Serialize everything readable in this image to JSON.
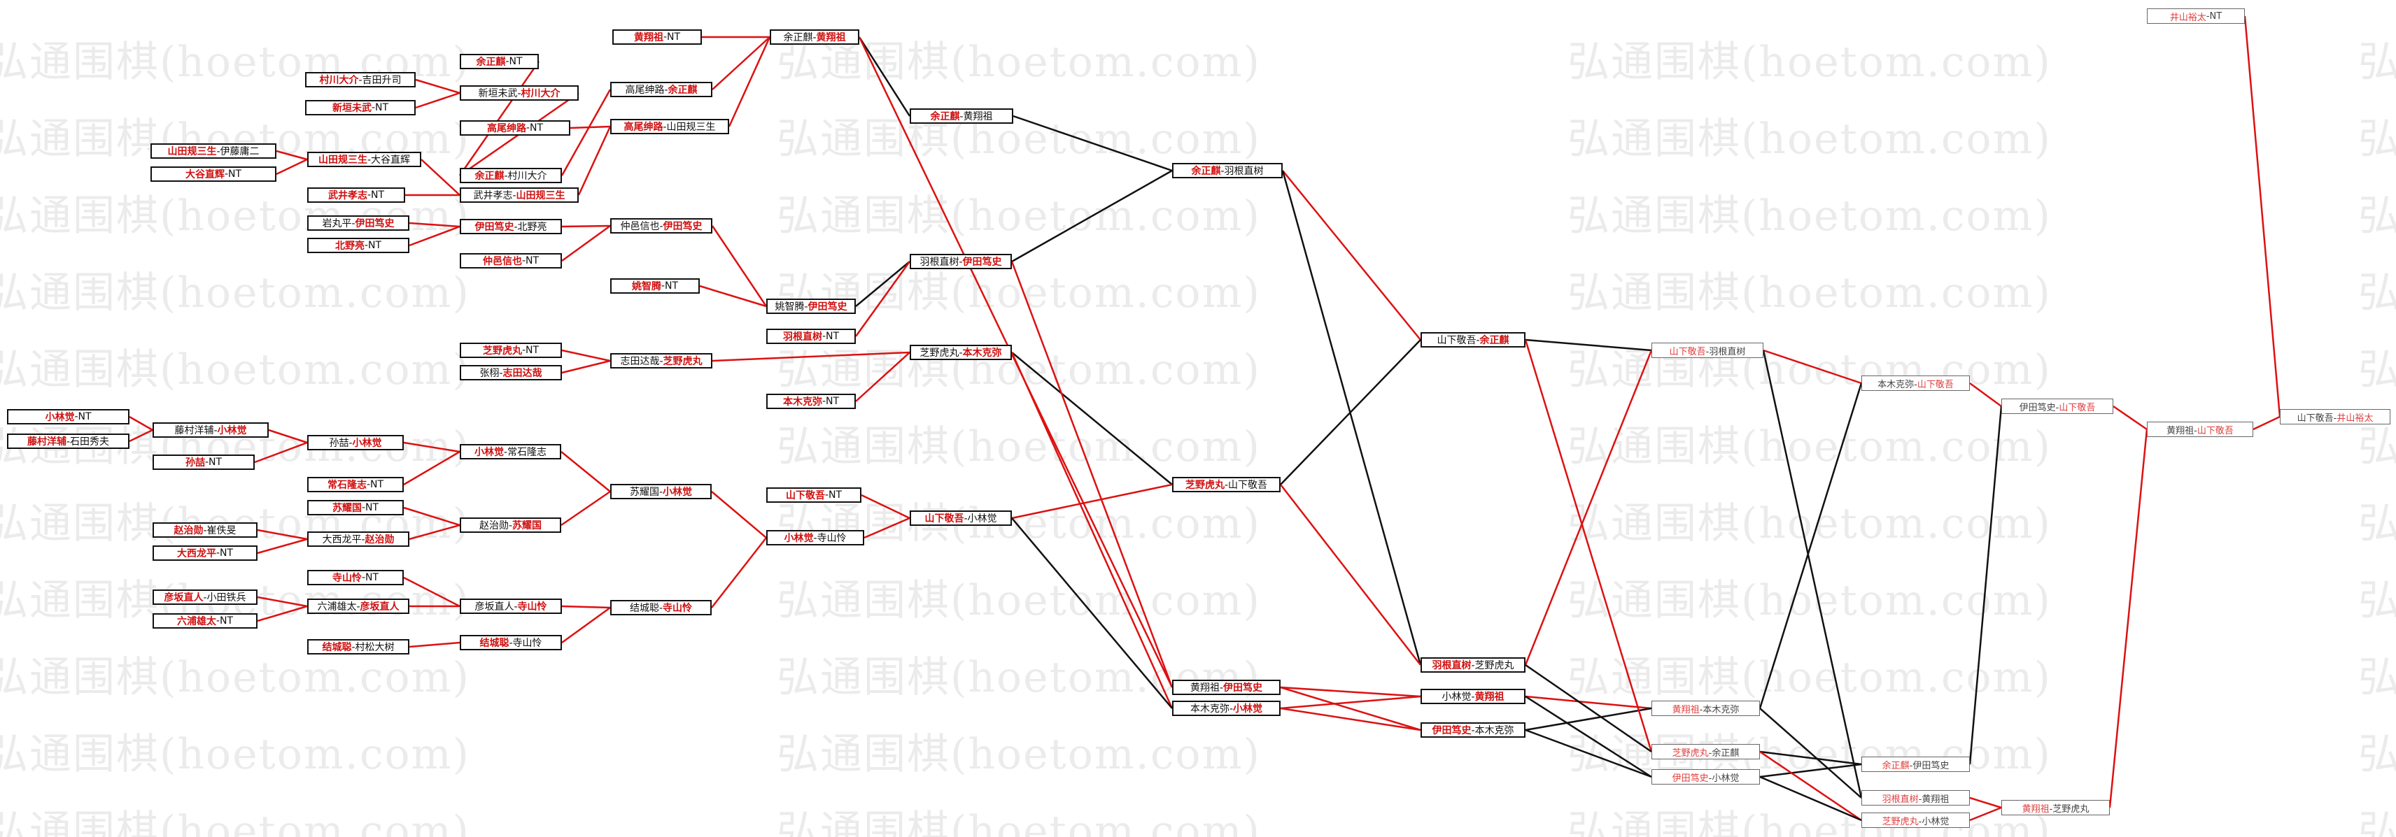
{
  "watermark": "弘通围棋(hoetom.com)",
  "colors": {
    "winner": "#d01010",
    "loser_line": "#111111",
    "win_line": "#dd1111"
  },
  "nodes": [
    {
      "id": "a1",
      "p": [
        "小林觉",
        "-NT"
      ],
      "w": 0
    },
    {
      "id": "a2",
      "p": [
        "藤村洋辅",
        "-石田秀夫"
      ],
      "w": 0
    },
    {
      "id": "a3",
      "p": [
        "山田规三生",
        "-伊藤庸二"
      ],
      "w": 0
    },
    {
      "id": "a4",
      "p": [
        "大谷直辉",
        "-NT"
      ],
      "w": 0
    },
    {
      "id": "b1",
      "p": [
        "村川大介",
        "-吉田升司"
      ],
      "w": 0
    },
    {
      "id": "b2",
      "p": [
        "新垣未武",
        "-NT"
      ],
      "w": 0
    },
    {
      "id": "b3",
      "p": [
        "藤村洋辅-",
        "小林觉"
      ],
      "w": 1
    },
    {
      "id": "b4",
      "p": [
        "孙喆",
        "-NT"
      ],
      "w": 0
    },
    {
      "id": "b5",
      "p": [
        "赵治勋",
        "-崔佚旻"
      ],
      "w": 0
    },
    {
      "id": "b6",
      "p": [
        "大西龙平",
        "-NT"
      ],
      "w": 0
    },
    {
      "id": "b7",
      "p": [
        "彦坂直人",
        "-小田铁兵"
      ],
      "w": 0
    },
    {
      "id": "b8",
      "p": [
        "六浦雄太",
        "-NT"
      ],
      "w": 0
    },
    {
      "id": "c1",
      "p": [
        "余正麒",
        "-NT"
      ],
      "w": 0
    },
    {
      "id": "c2",
      "p": [
        "新垣未武-",
        "村川大介"
      ],
      "w": 1
    },
    {
      "id": "c3",
      "p": [
        "高尾绅路",
        "-NT"
      ],
      "w": 0
    },
    {
      "id": "c4",
      "p": [
        "山田规三生",
        "-大谷直辉"
      ],
      "w": 0
    },
    {
      "id": "c5",
      "p": [
        "武井孝志",
        "-NT"
      ],
      "w": 0
    },
    {
      "id": "c6",
      "p": [
        "岩丸平-",
        "伊田笃史"
      ],
      "w": 1
    },
    {
      "id": "c7",
      "p": [
        "北野亮",
        "-NT"
      ],
      "w": 0
    },
    {
      "id": "c8",
      "p": [
        "孙喆-",
        "小林觉"
      ],
      "w": 1
    },
    {
      "id": "c9",
      "p": [
        "常石隆志",
        "-NT"
      ],
      "w": 0
    },
    {
      "id": "c10",
      "p": [
        "苏耀国",
        "-NT"
      ],
      "w": 0
    },
    {
      "id": "c11",
      "p": [
        "大西龙平-",
        "赵治勋"
      ],
      "w": 1
    },
    {
      "id": "c12",
      "p": [
        "寺山怜",
        "-NT"
      ],
      "w": 0
    },
    {
      "id": "c13",
      "p": [
        "六浦雄太-",
        "彦坂直人"
      ],
      "w": 1
    },
    {
      "id": "c14",
      "p": [
        "结城聪",
        "-村松大树"
      ],
      "w": 0
    },
    {
      "id": "d1",
      "p": [
        "余正麒",
        "-村川大介"
      ],
      "w": 0
    },
    {
      "id": "d2",
      "p": [
        "武井孝志-",
        "山田规三生"
      ],
      "w": 1
    },
    {
      "id": "d3",
      "p": [
        "伊田笃史",
        "-北野亮"
      ],
      "w": 0
    },
    {
      "id": "d4",
      "p": [
        "仲邑信也",
        "-NT"
      ],
      "w": 0
    },
    {
      "id": "d5",
      "p": [
        "芝野虎丸",
        "-NT"
      ],
      "w": 0
    },
    {
      "id": "d6",
      "p": [
        "张栩-",
        "志田达哉"
      ],
      "w": 1
    },
    {
      "id": "d7",
      "p": [
        "小林觉",
        "-常石隆志"
      ],
      "w": 0
    },
    {
      "id": "d8",
      "p": [
        "赵治勋-",
        "苏耀国"
      ],
      "w": 1
    },
    {
      "id": "d9",
      "p": [
        "彦坂直人-",
        "寺山怜"
      ],
      "w": 1
    },
    {
      "id": "d10",
      "p": [
        "结城聪",
        "-寺山怜"
      ],
      "w": 0
    },
    {
      "id": "e0",
      "p": [
        "黄翔祖",
        "-NT"
      ],
      "w": 0
    },
    {
      "id": "e1",
      "p": [
        "高尾绅路-",
        "余正麒"
      ],
      "w": 1
    },
    {
      "id": "e2",
      "p": [
        "高尾绅路",
        "-山田规三生"
      ],
      "w": 0
    },
    {
      "id": "e3",
      "p": [
        "仲邑信也-",
        "伊田笃史"
      ],
      "w": 1
    },
    {
      "id": "e4",
      "p": [
        "姚智腾",
        "-NT"
      ],
      "w": 0
    },
    {
      "id": "e5",
      "p": [
        "志田达哉-",
        "芝野虎丸"
      ],
      "w": 1
    },
    {
      "id": "e6",
      "p": [
        "苏耀国-",
        "小林觉"
      ],
      "w": 1
    },
    {
      "id": "e7",
      "p": [
        "结城聪-",
        "寺山怜"
      ],
      "w": 1
    },
    {
      "id": "f1",
      "p": [
        "余正麒-",
        "黄翔祖"
      ],
      "w": 1
    },
    {
      "id": "f2",
      "p": [
        "姚智腾-",
        "伊田笃史"
      ],
      "w": 1
    },
    {
      "id": "f3",
      "p": [
        "羽根直树",
        "-NT"
      ],
      "w": 0
    },
    {
      "id": "f4",
      "p": [
        "本木克弥",
        "-NT"
      ],
      "w": 0
    },
    {
      "id": "f5",
      "p": [
        "山下敬吾",
        "-NT"
      ],
      "w": 0
    },
    {
      "id": "f6",
      "p": [
        "小林觉",
        "-寺山怜"
      ],
      "w": 0
    },
    {
      "id": "g1",
      "p": [
        "余正麒",
        "-黄翔祖"
      ],
      "w": 0
    },
    {
      "id": "g2",
      "p": [
        "羽根直树-",
        "伊田笃史"
      ],
      "w": 1
    },
    {
      "id": "g3",
      "p": [
        "芝野虎丸-",
        "本木克弥"
      ],
      "w": 1
    },
    {
      "id": "g4",
      "p": [
        "山下敬吾",
        "-小林觉"
      ],
      "w": 0
    },
    {
      "id": "h1",
      "p": [
        "余正麒",
        "-羽根直树"
      ],
      "w": 0
    },
    {
      "id": "h2",
      "p": [
        "芝野虎丸",
        "-山下敬吾"
      ],
      "w": 0
    },
    {
      "id": "h3",
      "p": [
        "黄翔祖-",
        "伊田笃史"
      ],
      "w": 1
    },
    {
      "id": "h4",
      "p": [
        "本木克弥-",
        "小林觉"
      ],
      "w": 1
    },
    {
      "id": "i1",
      "p": [
        "山下敬吾-",
        "余正麒"
      ],
      "w": 1
    },
    {
      "id": "i2",
      "p": [
        "羽根直树",
        "-芝野虎丸"
      ],
      "w": 0
    },
    {
      "id": "i3",
      "p": [
        "小林觉-",
        "黄翔祖"
      ],
      "w": 1
    },
    {
      "id": "i4",
      "p": [
        "伊田笃史",
        "-本木克弥"
      ],
      "w": 0
    },
    {
      "id": "j1",
      "p": [
        "山下敬吾",
        "-羽根直树"
      ],
      "w": 0,
      "t": 1
    },
    {
      "id": "j2",
      "p": [
        "黄翔祖",
        "-本木克弥"
      ],
      "w": 0,
      "t": 1
    },
    {
      "id": "j3",
      "p": [
        "芝野虎丸",
        "-余正麒"
      ],
      "w": 0,
      "t": 1
    },
    {
      "id": "j4",
      "p": [
        "伊田笃史",
        "-小林觉"
      ],
      "w": 0,
      "t": 1
    },
    {
      "id": "k1",
      "p": [
        "本木克弥-",
        "山下敬吾"
      ],
      "w": 1,
      "t": 1
    },
    {
      "id": "k2",
      "p": [
        "余正麒",
        "-伊田笃史"
      ],
      "w": 0,
      "t": 1
    },
    {
      "id": "k3",
      "p": [
        "羽根直树",
        "-黄翔祖"
      ],
      "w": 0,
      "t": 1
    },
    {
      "id": "k4",
      "p": [
        "芝野虎丸",
        "-小林觉"
      ],
      "w": 0,
      "t": 1
    },
    {
      "id": "l1",
      "p": [
        "伊田笃史-",
        "山下敬吾"
      ],
      "w": 1,
      "t": 1
    },
    {
      "id": "l2",
      "p": [
        "黄翔祖",
        "-芝野虎丸"
      ],
      "w": 0,
      "t": 1
    },
    {
      "id": "m1",
      "p": [
        "黄翔祖-",
        "山下敬吾"
      ],
      "w": 1,
      "t": 1
    },
    {
      "id": "m2",
      "p": [
        "井山裕太",
        "-NT"
      ],
      "w": 0,
      "t": 1
    },
    {
      "id": "n1",
      "p": [
        "山下敬吾-",
        "井山裕太"
      ],
      "w": 1,
      "t": 1
    }
  ],
  "edges": [
    [
      "a1",
      "b3",
      1
    ],
    [
      "a2",
      "b3",
      1
    ],
    [
      "a3",
      "c4",
      1
    ],
    [
      "a4",
      "c4",
      1
    ],
    [
      "b1",
      "c2",
      1
    ],
    [
      "b2",
      "c2",
      1
    ],
    [
      "b3",
      "c8",
      1
    ],
    [
      "b4",
      "c8",
      1
    ],
    [
      "b5",
      "c11",
      1
    ],
    [
      "b6",
      "c11",
      1
    ],
    [
      "b7",
      "c13",
      1
    ],
    [
      "b8",
      "c13",
      1
    ],
    [
      "c1",
      "d1",
      1
    ],
    [
      "c2",
      "d1",
      1
    ],
    [
      "c3",
      "e2",
      1
    ],
    [
      "c4",
      "d2",
      1
    ],
    [
      "c5",
      "d2",
      1
    ],
    [
      "c6",
      "d3",
      1
    ],
    [
      "c7",
      "d3",
      1
    ],
    [
      "c8",
      "d7",
      1
    ],
    [
      "c9",
      "d7",
      1
    ],
    [
      "c10",
      "d8",
      1
    ],
    [
      "c11",
      "d8",
      1
    ],
    [
      "c12",
      "d9",
      1
    ],
    [
      "c13",
      "d9",
      1
    ],
    [
      "c14",
      "d10",
      1
    ],
    [
      "d1",
      "e1",
      1
    ],
    [
      "d2",
      "e2",
      1
    ],
    [
      "d3",
      "e3",
      1
    ],
    [
      "d4",
      "e3",
      1
    ],
    [
      "d5",
      "e5",
      1
    ],
    [
      "d6",
      "e5",
      1
    ],
    [
      "d7",
      "e6",
      1
    ],
    [
      "d8",
      "e6",
      1
    ],
    [
      "d9",
      "e7",
      1
    ],
    [
      "d10",
      "e7",
      1
    ],
    [
      "e0",
      "f1",
      1
    ],
    [
      "e1",
      "f1",
      1
    ],
    [
      "e2",
      "f1",
      1
    ],
    [
      "e3",
      "f2",
      1
    ],
    [
      "e4",
      "f2",
      1
    ],
    [
      "e6",
      "f6",
      1
    ],
    [
      "e7",
      "f6",
      1
    ],
    [
      "f1",
      "g1",
      0
    ],
    [
      "f2",
      "g2",
      0
    ],
    [
      "f3",
      "g2",
      1
    ],
    [
      "f4",
      "g3",
      1
    ],
    [
      "e5",
      "g3",
      1
    ],
    [
      "f5",
      "g4",
      1
    ],
    [
      "f6",
      "g4",
      1
    ],
    [
      "g1",
      "h1",
      0
    ],
    [
      "g2",
      "h1",
      0
    ],
    [
      "g3",
      "h2",
      0
    ],
    [
      "g4",
      "h2",
      1
    ],
    [
      "f1",
      "h3",
      1
    ],
    [
      "g2",
      "h3",
      1
    ],
    [
      "g3",
      "h4",
      1
    ],
    [
      "g4",
      "h4",
      0
    ],
    [
      "h1",
      "i1",
      1
    ],
    [
      "h2",
      "i1",
      0
    ],
    [
      "h1",
      "i2",
      0
    ],
    [
      "h2",
      "i2",
      1
    ],
    [
      "h3",
      "i3",
      1
    ],
    [
      "h4",
      "i3",
      1
    ],
    [
      "h3",
      "i4",
      1
    ],
    [
      "h4",
      "i4",
      1
    ],
    [
      "i1",
      "j1",
      0
    ],
    [
      "i2",
      "j1",
      1
    ],
    [
      "i3",
      "j2",
      1
    ],
    [
      "i4",
      "j2",
      0
    ],
    [
      "i1",
      "j3",
      1
    ],
    [
      "i2",
      "j3",
      0
    ],
    [
      "i3",
      "j4",
      0
    ],
    [
      "i4",
      "j4",
      0
    ],
    [
      "j1",
      "k1",
      1
    ],
    [
      "j2",
      "k1",
      0
    ],
    [
      "j3",
      "k2",
      0
    ],
    [
      "j4",
      "k2",
      0
    ],
    [
      "j1",
      "k3",
      0
    ],
    [
      "j2",
      "k3",
      0
    ],
    [
      "j3",
      "k4",
      1
    ],
    [
      "j4",
      "k4",
      0
    ],
    [
      "k1",
      "l1",
      1
    ],
    [
      "k2",
      "l1",
      0
    ],
    [
      "k3",
      "l2",
      1
    ],
    [
      "k4",
      "l2",
      1
    ],
    [
      "l1",
      "m1",
      1
    ],
    [
      "l2",
      "m1",
      1
    ],
    [
      "m1",
      "n1",
      1
    ],
    [
      "m2",
      "n1",
      1
    ]
  ]
}
